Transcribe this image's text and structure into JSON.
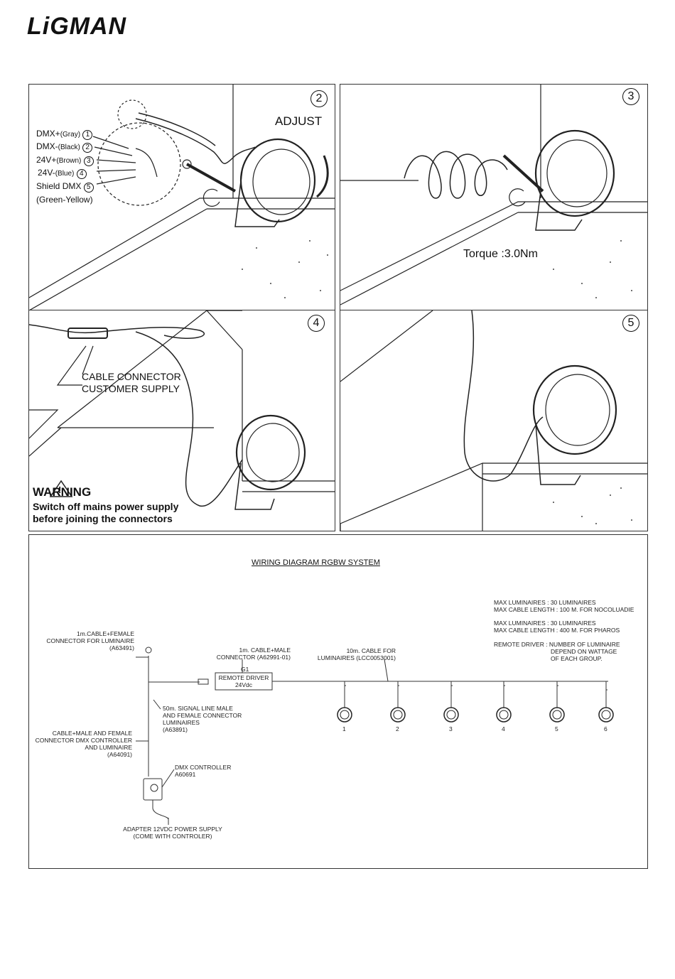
{
  "brand": {
    "logo": "LiGMAN"
  },
  "panel2": {
    "step": "2",
    "title": "ADJUST",
    "wires": [
      {
        "label": "DMX+",
        "color_note": "(Gray)",
        "num": "1"
      },
      {
        "label": "DMX-",
        "color_note": "(Black)",
        "num": "2"
      },
      {
        "label": "24V+",
        "color_note": "(Brown)",
        "num": "3"
      },
      {
        "label": "24V-",
        "color_note": "(Blue)",
        "num": "4"
      },
      {
        "label": "Shield DMX",
        "color_note": "",
        "num": "5"
      }
    ],
    "shield_note": "(Green-Yellow)"
  },
  "panel3": {
    "step": "3",
    "torque": "Torque :3.0Nm"
  },
  "panel4": {
    "step": "4",
    "connector_line1": "CABLE CONNECTOR",
    "connector_line2": "CUSTOMER SUPPLY",
    "warning_symbol": "!",
    "warning_title": "WARNING",
    "warning_line1": "Switch off mains power supply",
    "warning_line2": "before joining the connectors"
  },
  "panel5": {
    "step": "5"
  },
  "diagram": {
    "title": "WIRING DIAGRAM RGBW SYSTEM",
    "notes": {
      "n1": "MAX LUMINAIRES : 30 LUMINAIRES",
      "n2": "MAX CABLE LENGTH : 100 M. FOR NOCOLUADIE",
      "n3": "MAX LUMINAIRES : 30 LUMINAIRES",
      "n4": "MAX CABLE LENGTH : 400 M. FOR PHAROS",
      "n5": "REMOTE DRIVER : NUMBER OF LUMINAIRE",
      "n6": "DEPEND ON WATTAGE",
      "n7": "OF EACH GROUP."
    },
    "labels": {
      "female1": "1m.CABLE+FEMALE",
      "female2": "CONNECTOR FOR LUMINAIRE",
      "female3": "(A63491)",
      "male1": "1m. CABLE+MALE",
      "male2": "CONNECTOR (A62991-01)",
      "g1": "G1",
      "driver1": "REMOTE DRIVER",
      "driver2": "24Vdc",
      "cable1": "10m. CABLE FOR",
      "cable2": "LUMINAIRES (LCC0053001)",
      "signal1": "50m. SIGNAL LINE MALE",
      "signal2": "AND FEMALE CONNECTOR",
      "signal3": "LUMINAIRES",
      "signal4": "(A63891)",
      "dmxcab1": "CABLE+MALE AND FEMALE",
      "dmxcab2": "CONNECTOR DMX CONTROLLER",
      "dmxcab3": "AND LUMINAIRE",
      "dmxcab4": "(A64091)",
      "ctrl1": "DMX CONTROLLER",
      "ctrl2": "A60691",
      "adapter1": "ADAPTER 12VDC POWER SUPPLY",
      "adapter2": "(COME WITH CONTROLER)"
    },
    "luminaires": [
      "1",
      "2",
      "3",
      "4",
      "5",
      "6"
    ]
  }
}
